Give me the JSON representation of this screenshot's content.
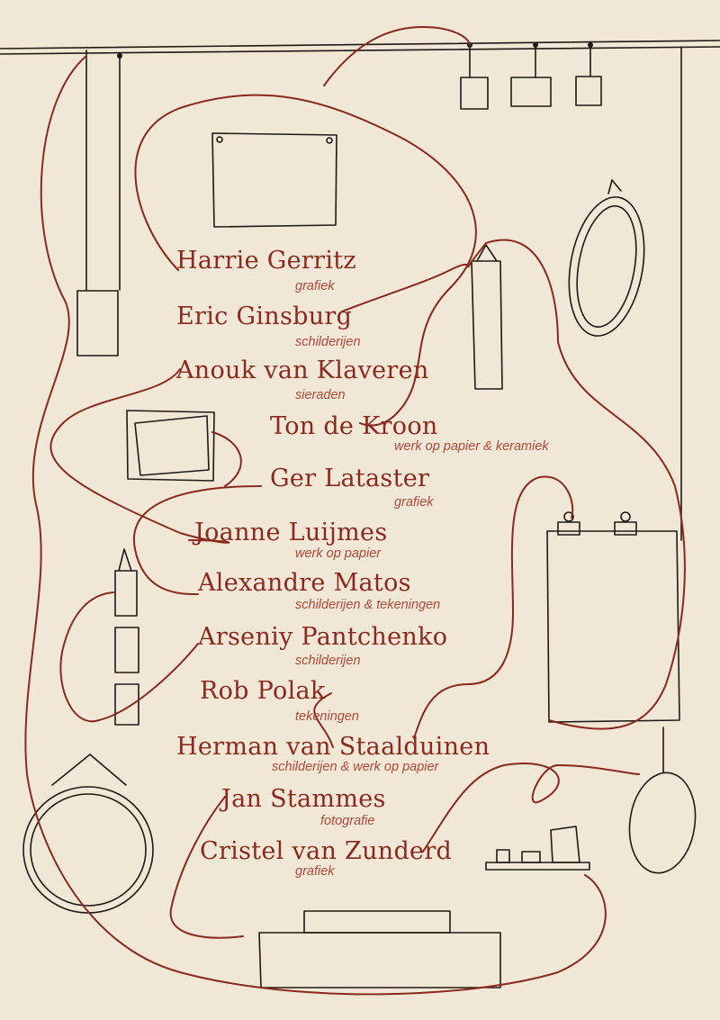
{
  "colors": {
    "paper": "#f1e7d6",
    "ink": "#1f1a16",
    "thread": "#8a2a1e",
    "discipline": "#b0493a"
  },
  "artists": [
    {
      "name": "Harrie Gerritz",
      "discipline": "grafiek"
    },
    {
      "name": "Eric Ginsburg",
      "discipline": "schilderijen"
    },
    {
      "name": "Anouk van Klaveren",
      "discipline": "sieraden"
    },
    {
      "name": "Ton de Kroon",
      "discipline": "werk op papier & keramiek"
    },
    {
      "name": "Ger Lataster",
      "discipline": "grafiek"
    },
    {
      "name": "Joanne Luijmes",
      "discipline": "werk op papier"
    },
    {
      "name": "Alexandre Matos",
      "discipline": "schilderijen & tekeningen"
    },
    {
      "name": "Arseniy Pantchenko",
      "discipline": "schilderijen"
    },
    {
      "name": "Rob Polak",
      "discipline": "tekeningen"
    },
    {
      "name": "Herman van Staalduinen",
      "discipline": "schilderijen & werk op papier"
    },
    {
      "name": "Jan Stammes",
      "discipline": "fotografie"
    },
    {
      "name": "Cristel van Zunderd",
      "discipline": "grafiek"
    }
  ]
}
